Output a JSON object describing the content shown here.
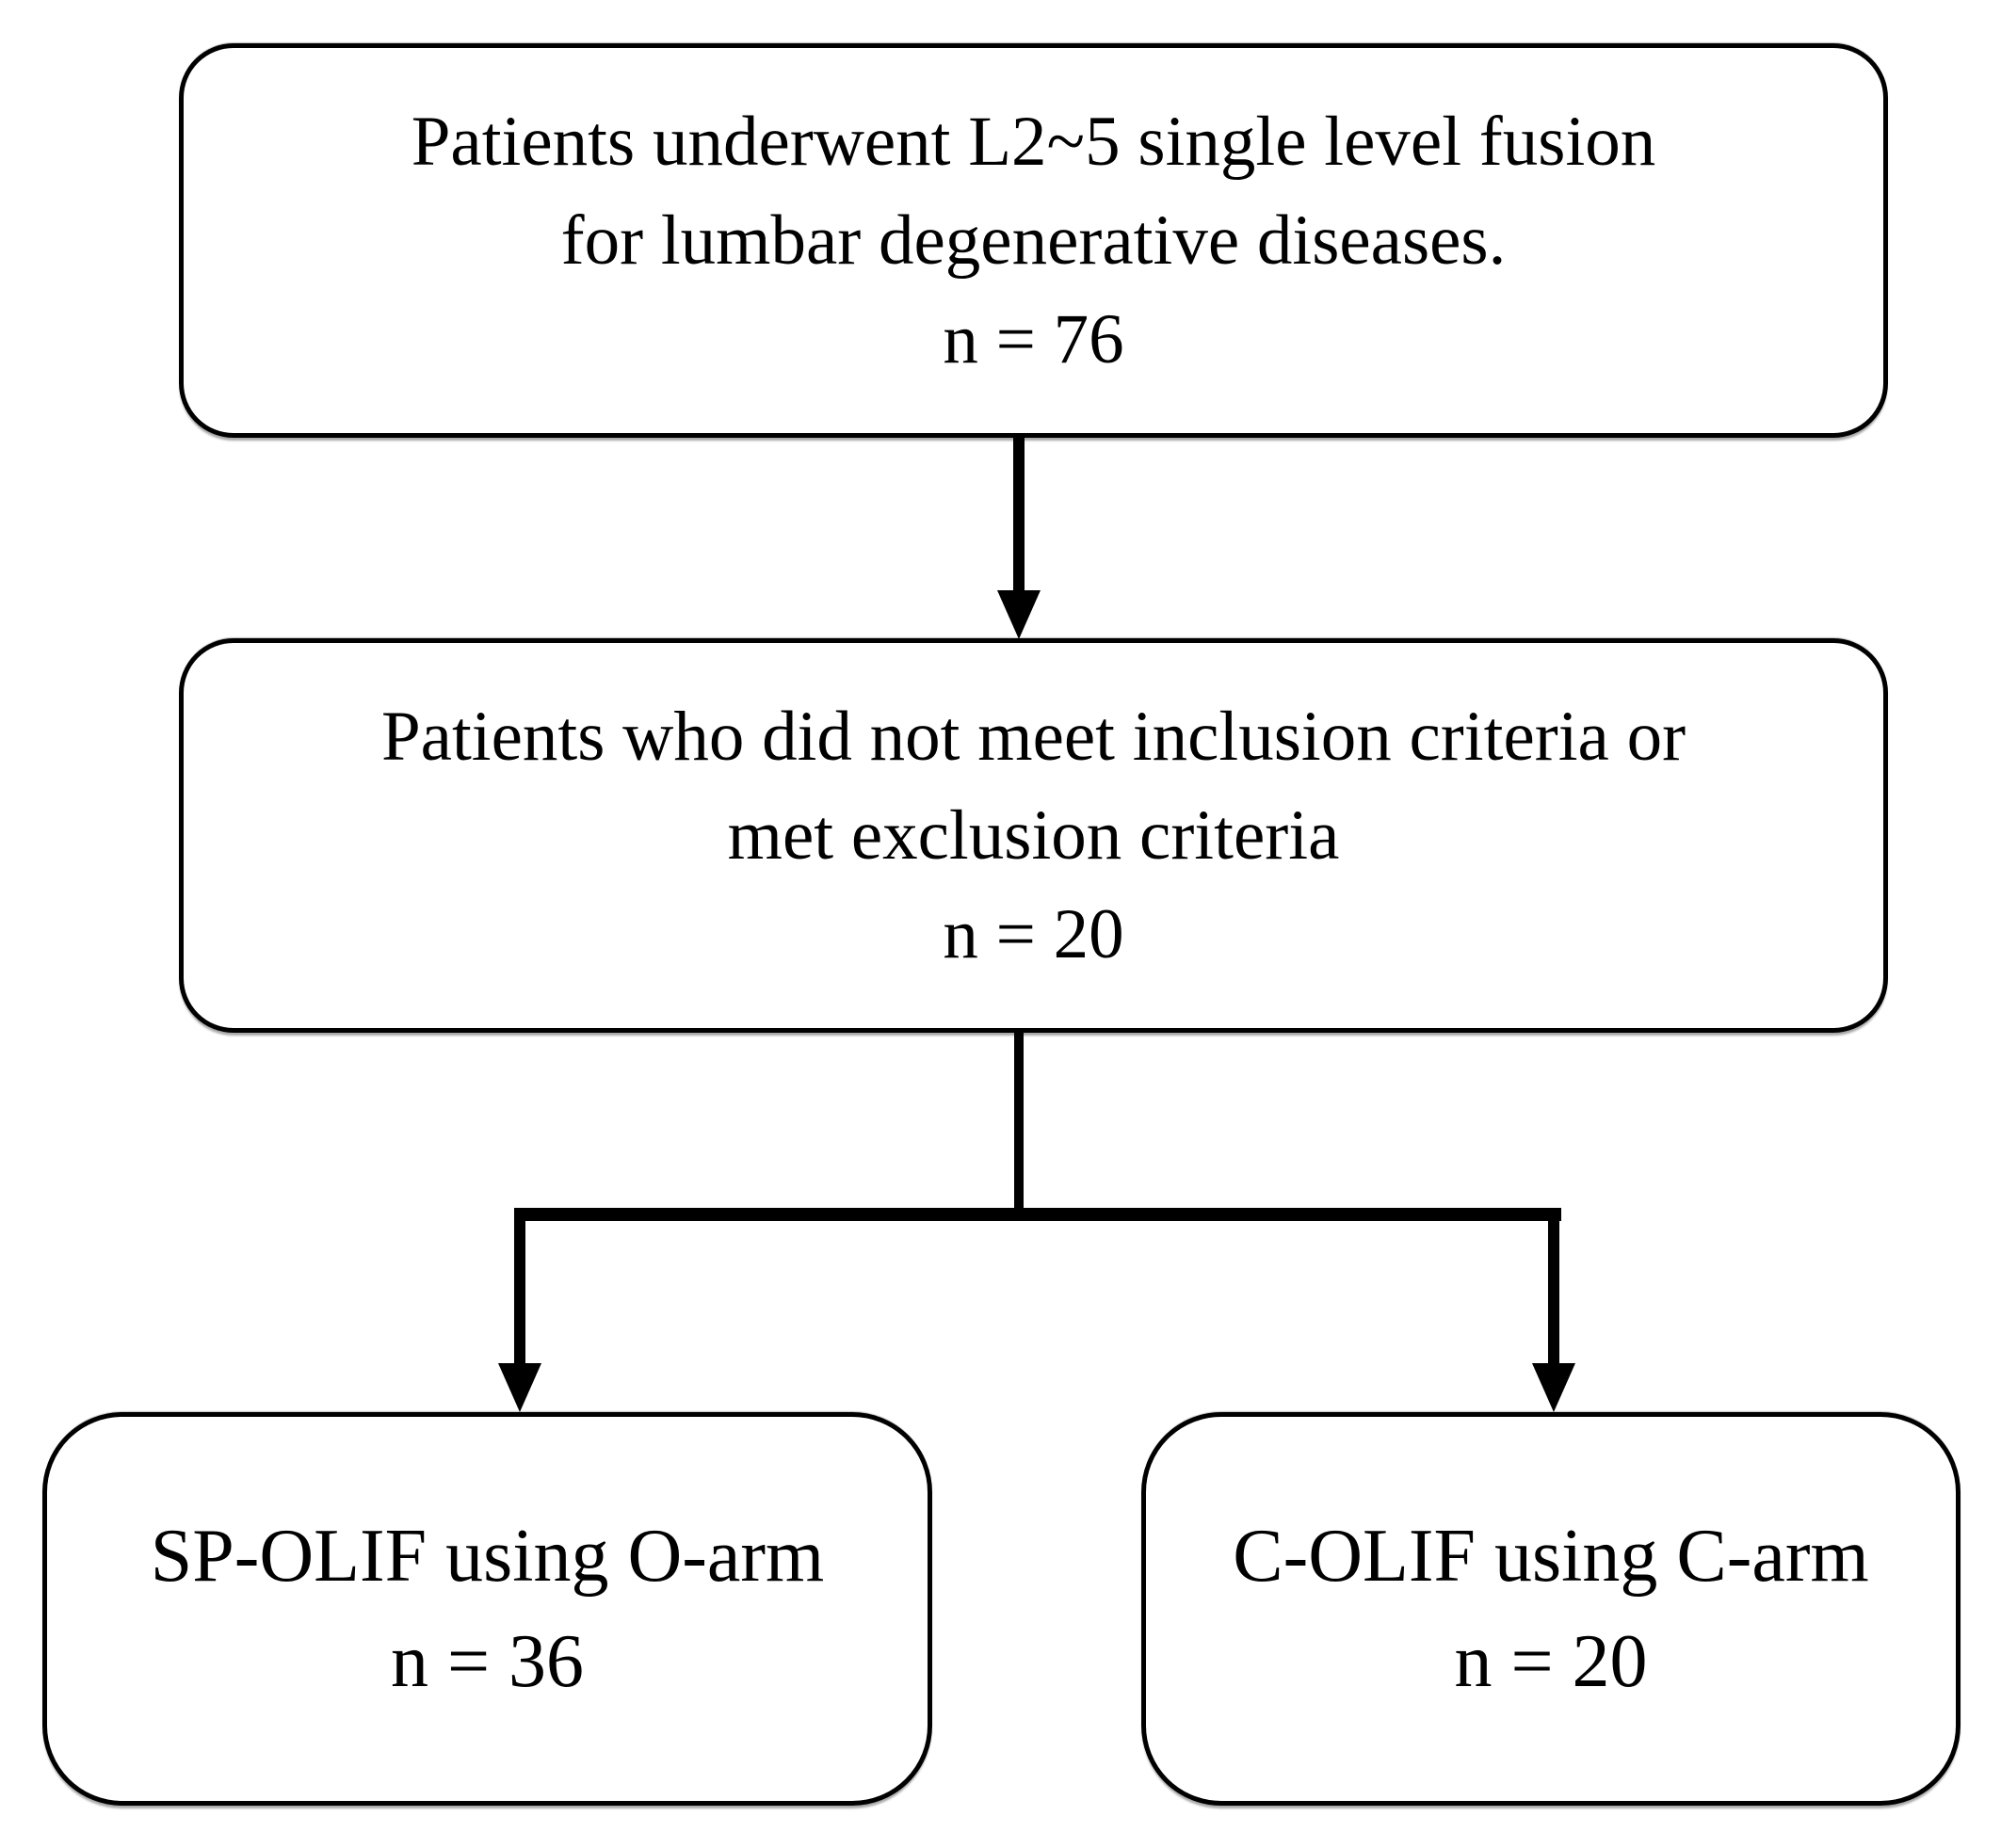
{
  "figure": {
    "type": "flowchart",
    "colors": {
      "background": "#ffffff",
      "line": "#000000",
      "text": "#000000"
    },
    "nodes": [
      {
        "id": "fusion-patients",
        "lines": [
          "Patients underwent L2~5 single level fusion",
          "for lumbar degenerative diseases.",
          "n = 76"
        ]
      },
      {
        "id": "exclusion",
        "lines": [
          "Patients who did not meet inclusion criteria or",
          "met exclusion criteria",
          "n = 20"
        ]
      },
      {
        "id": "sp-olif-group",
        "lines": [
          "SP-OLIF using O-arm",
          "n = 36"
        ]
      },
      {
        "id": "c-olif-group",
        "lines": [
          "C-OLIF using C-arm",
          "n = 20"
        ]
      }
    ],
    "edges": [
      {
        "from": "fusion-patients",
        "to": "exclusion"
      },
      {
        "from": "exclusion",
        "to": "sp-olif-group"
      },
      {
        "from": "exclusion",
        "to": "c-olif-group"
      }
    ]
  }
}
